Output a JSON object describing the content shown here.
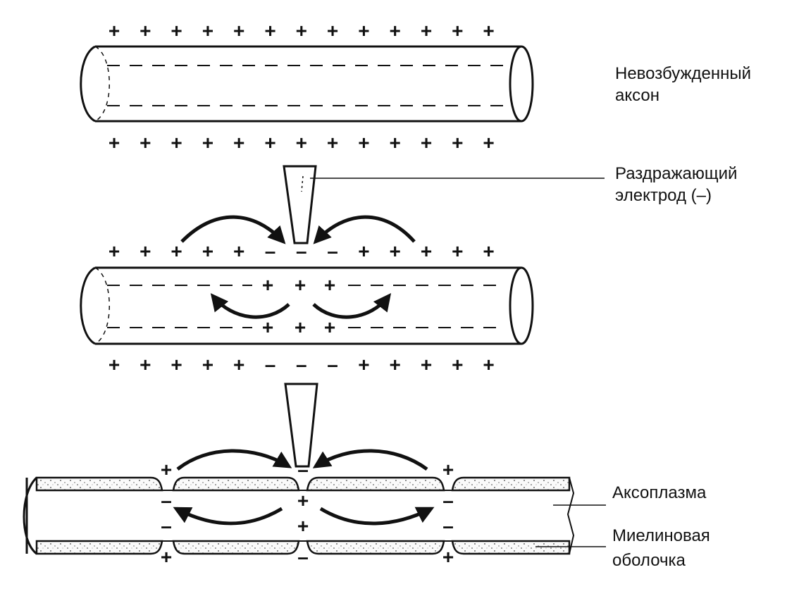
{
  "labels": {
    "resting_axon": [
      "Невозбужденный",
      "аксон"
    ],
    "electrode": [
      "Раздражающий",
      "электрод (–)"
    ],
    "axoplasm": "Аксоплазма",
    "myelin": [
      "Миелиновая",
      "оболочка"
    ]
  },
  "charges": {
    "axon1_top": [
      "+",
      "+",
      "+",
      "+",
      "+",
      "+",
      "+",
      "+",
      "+",
      "+",
      "+",
      "+",
      "+"
    ],
    "axon1_bottom": [
      "+",
      "+",
      "+",
      "+",
      "+",
      "+",
      "+",
      "+",
      "+",
      "+",
      "+",
      "+",
      "+"
    ],
    "axon2_top": [
      "+",
      "+",
      "+",
      "+",
      "+",
      "–",
      "–",
      "–",
      "+",
      "+",
      "+",
      "+",
      "+"
    ],
    "axon2_bottom": [
      "+",
      "+",
      "+",
      "+",
      "+",
      "–",
      "–",
      "–",
      "+",
      "+",
      "+",
      "+",
      "+"
    ],
    "axon2_inner_top": [
      "+",
      "+",
      "+"
    ],
    "axon2_inner_bottom": [
      "+",
      "+",
      "+"
    ],
    "myelinated_outer_top": [
      "+",
      "–",
      "+"
    ],
    "myelinated_outer_bottom": [
      "+",
      "–",
      "+"
    ],
    "myelinated_inner_top": [
      "–",
      "+",
      "–"
    ],
    "myelinated_inner_bottom": [
      "–",
      "+",
      "–"
    ]
  },
  "colors": {
    "ink": "#111111",
    "background": "#ffffff"
  }
}
